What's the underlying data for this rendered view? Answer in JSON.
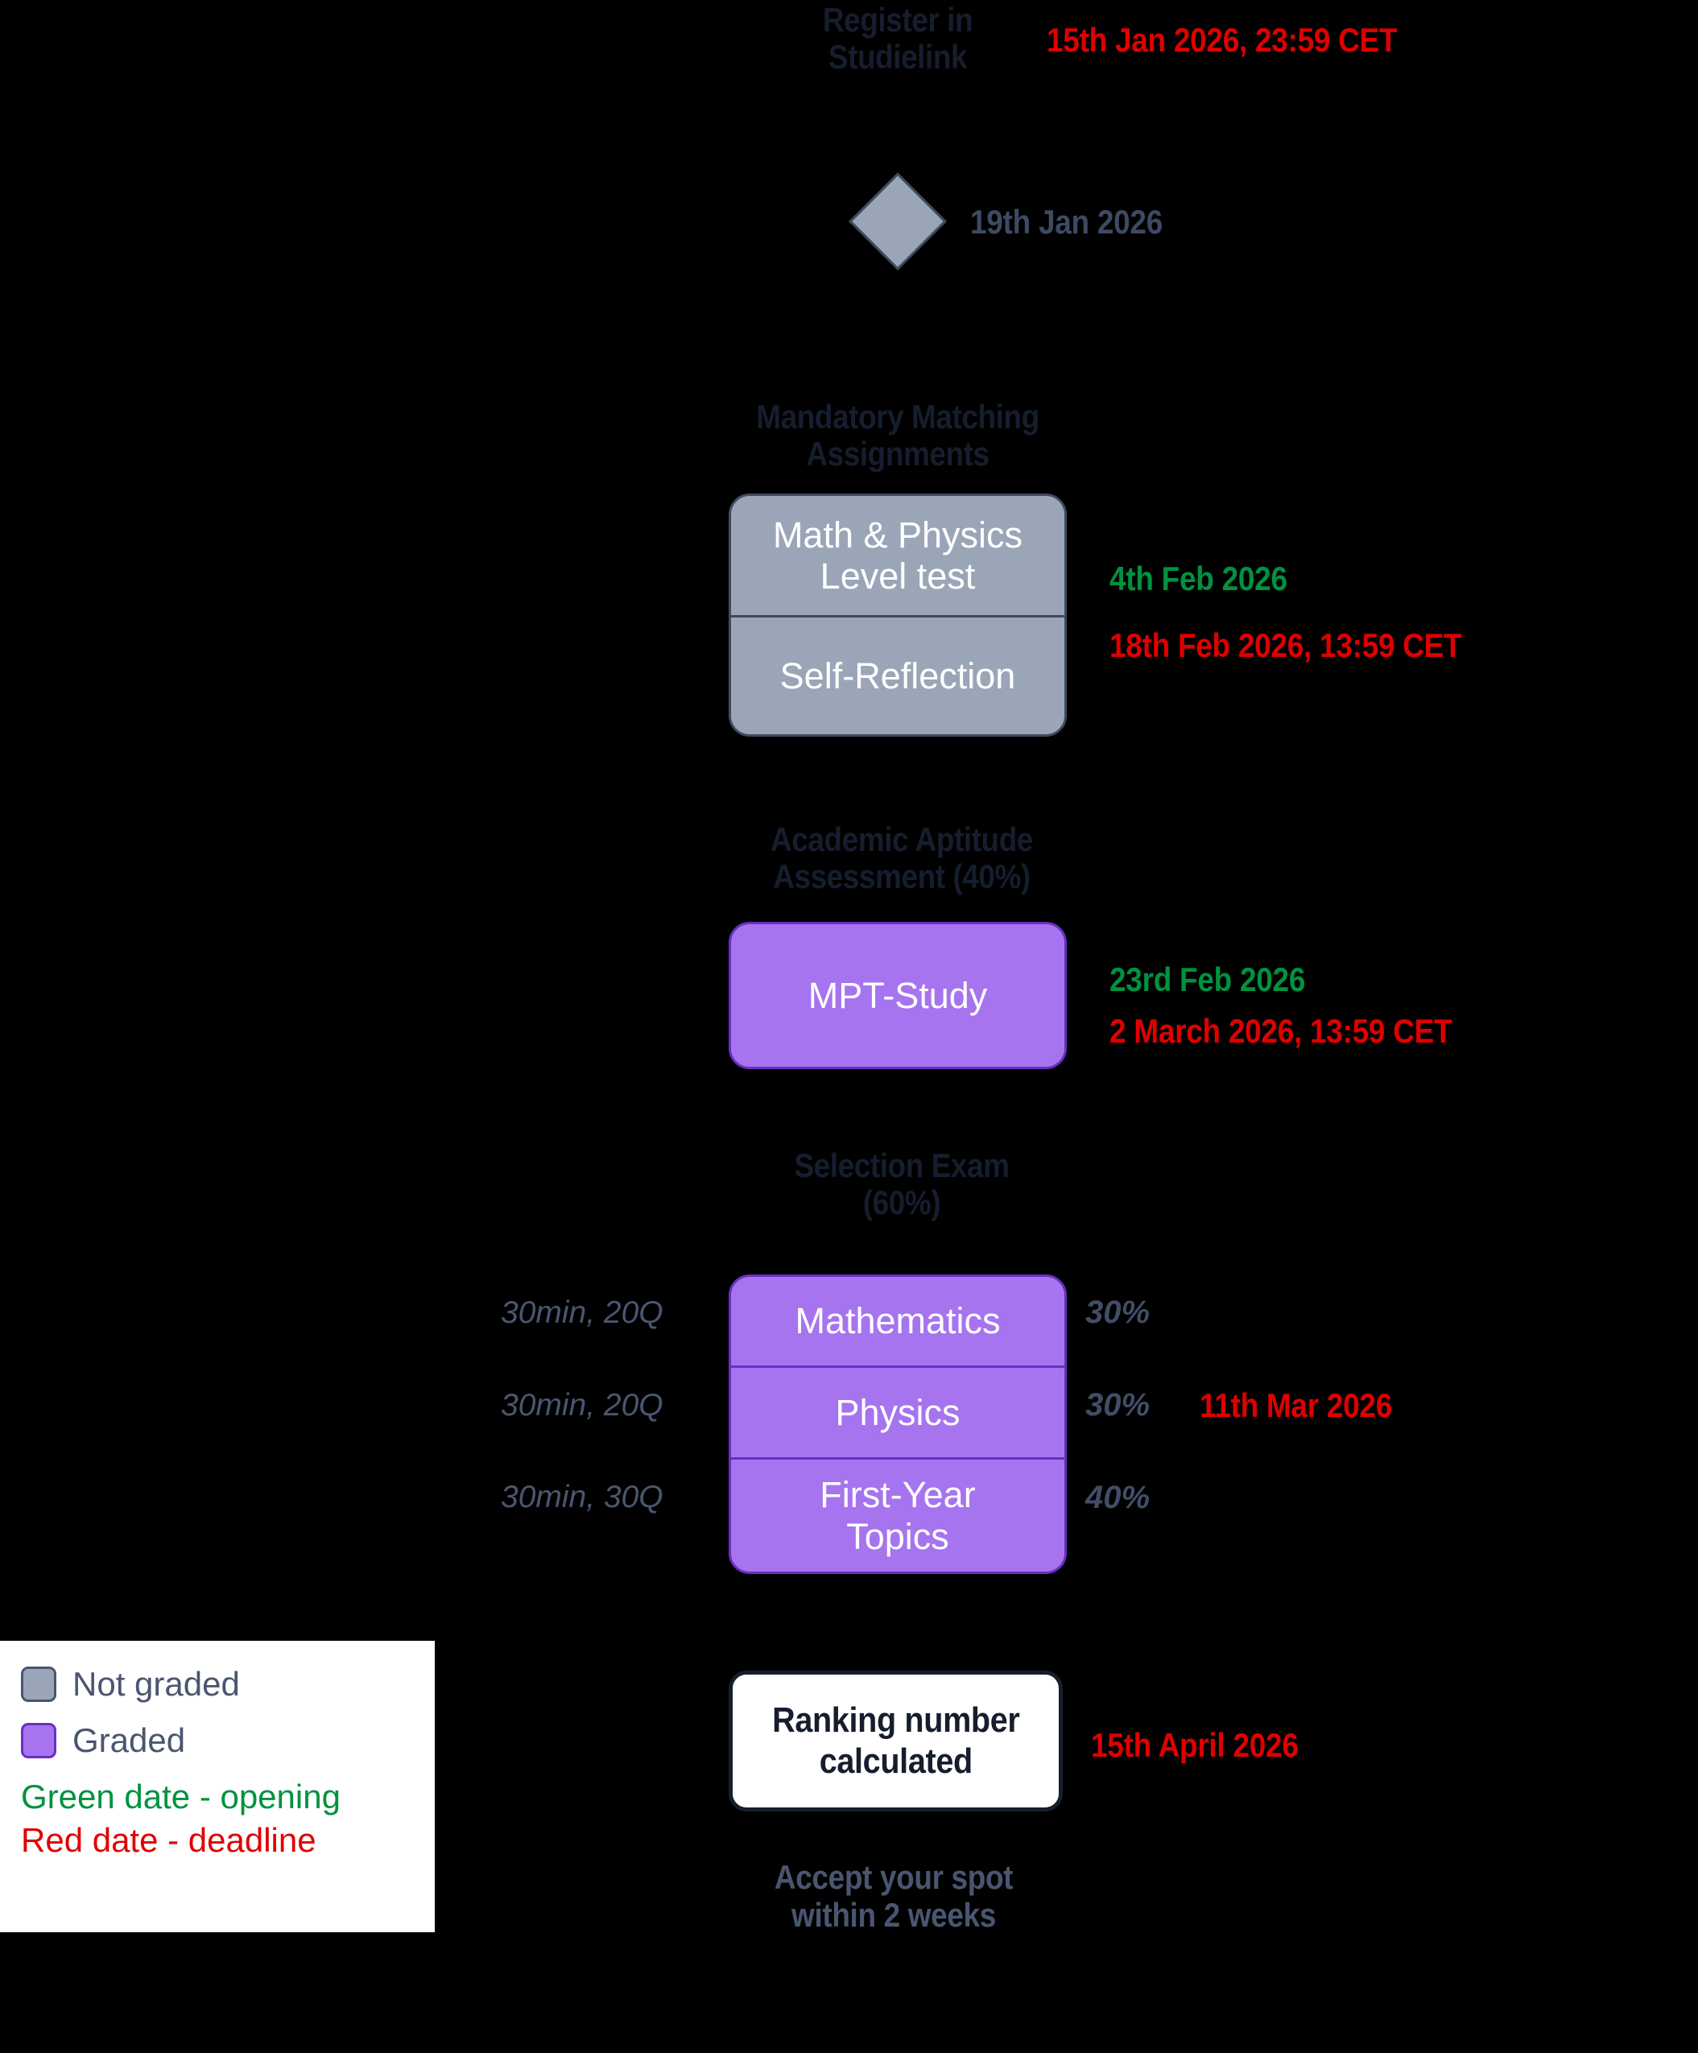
{
  "colors": {
    "background": "#000000",
    "header_text": "#161d2e",
    "slate_text": "#4a5670",
    "not_graded_fill": "#9aa6b8",
    "not_graded_border": "#3f4a5f",
    "graded_fill": "#a674ef",
    "graded_border": "#6a2fc0",
    "green_date": "#00923f",
    "red_date": "#e00000",
    "white_box_fill": "#ffffff",
    "white_box_border": "#161d2e"
  },
  "steps": {
    "register": {
      "title": "Register in\nStudielink",
      "deadline": "15th Jan 2026, 23:59 CET"
    },
    "milestone": {
      "shape": "diamond",
      "date": "19th Jan 2026"
    },
    "matching": {
      "title": "Mandatory Matching\nAssignments",
      "items": [
        {
          "label": "Math & Physics\nLevel test"
        },
        {
          "label": "Self-Reflection"
        }
      ],
      "opening": "4th Feb 2026",
      "deadline": "18th Feb 2026, 13:59 CET"
    },
    "aptitude": {
      "title": "Academic Aptitude\nAssessment (40%)",
      "items": [
        {
          "label": "MPT-Study"
        }
      ],
      "opening": "23rd Feb 2026",
      "deadline": "2 March 2026, 13:59 CET"
    },
    "selection_exam": {
      "title": "Selection Exam\n(60%)",
      "date": "11th Mar 2026",
      "items": [
        {
          "label": "Mathematics",
          "duration": "30min, 20Q",
          "weight": "30%"
        },
        {
          "label": "Physics",
          "duration": "30min, 20Q",
          "weight": "30%"
        },
        {
          "label": "First-Year\nTopics",
          "duration": "30min, 30Q",
          "weight": "40%"
        }
      ]
    },
    "ranking": {
      "label": "Ranking number\ncalculated",
      "date": "15th April 2026"
    },
    "accept": {
      "text": "Accept your spot\nwithin 2 weeks"
    }
  },
  "legend": {
    "rows": [
      {
        "swatch": "gray",
        "label": "Not graded"
      },
      {
        "swatch": "purple",
        "label": "Graded"
      }
    ],
    "lines": [
      {
        "color": "green",
        "text": "Green date - opening"
      },
      {
        "color": "red",
        "text": "Red date - deadline"
      }
    ]
  }
}
